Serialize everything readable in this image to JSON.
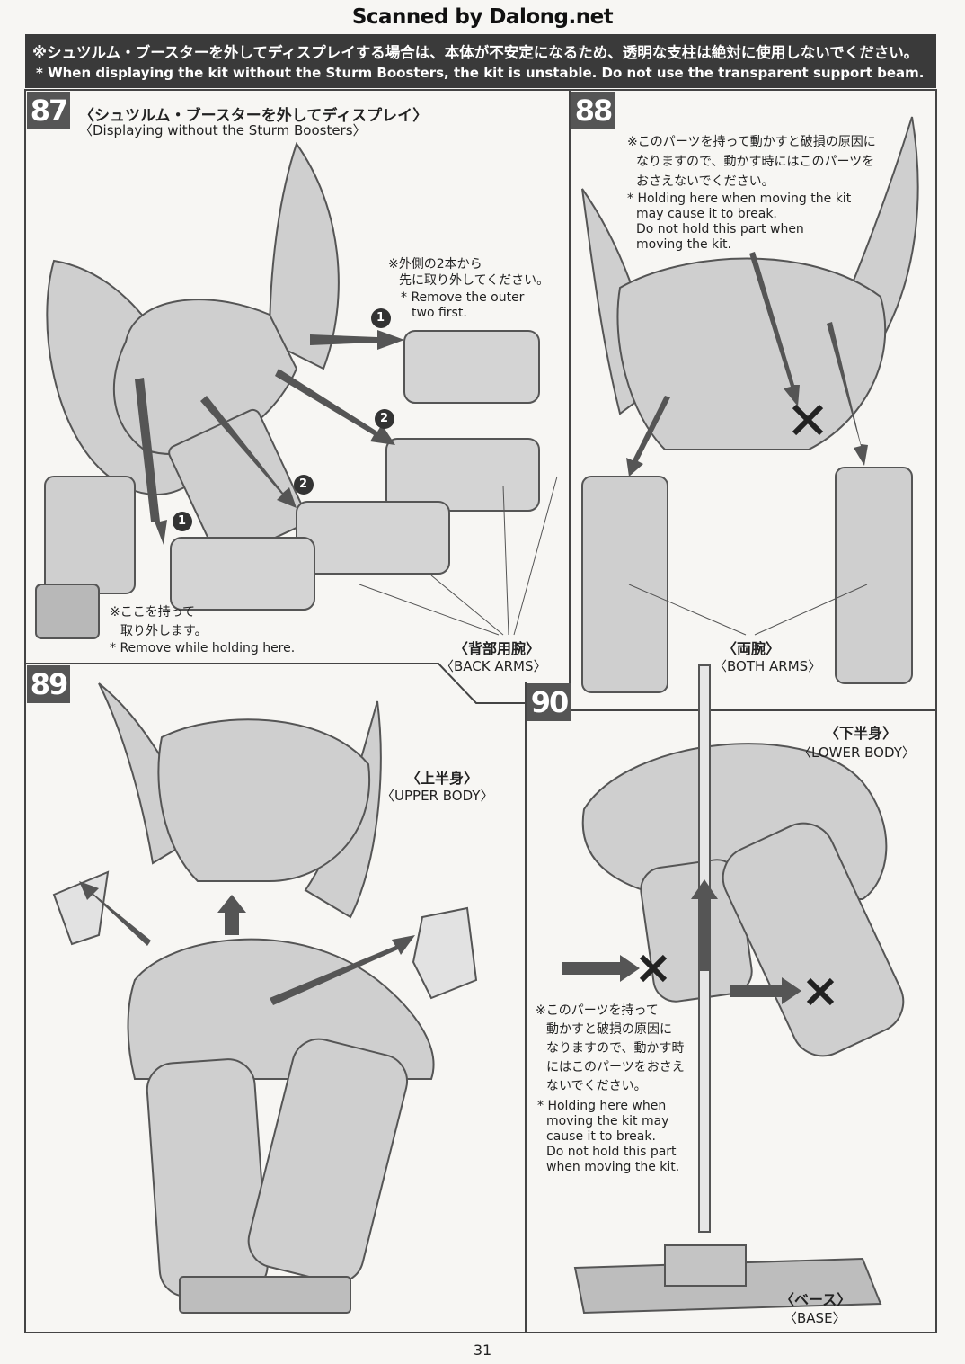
{
  "watermark": "Scanned by Dalong.net",
  "banner": {
    "jp": "※シュツルム・ブースターを外してディスプレイする場合は、本体が不安定になるため、透明な支柱は絶対に使用しないでください。",
    "en": "* When displaying the kit without the Sturm Boosters, the kit is unstable. Do not use the transparent support beam."
  },
  "steps": [
    {
      "number": "87",
      "title_jp": "〈シュツルム・ブースターを外してディスプレイ〉",
      "title_en": "〈Displaying without the Sturm Boosters〉",
      "note_outer_jp": [
        "※外側の2本から",
        "先に取り外してください。"
      ],
      "note_outer_en": [
        "* Remove the outer",
        "two first."
      ],
      "note_hold_jp": [
        "※ここを持って",
        "取り外します。"
      ],
      "note_hold_en": "* Remove while holding here.",
      "label_jp": "〈背部用腕〉",
      "label_en": "〈BACK ARMS〉",
      "markers": [
        "1",
        "2",
        "2",
        "1"
      ]
    },
    {
      "number": "88",
      "note_jp": [
        "※このパーツを持って動かすと破損の原因に",
        "なりますので、動かす時にはこのパーツを",
        "おさえないでください。"
      ],
      "note_en": [
        "* Holding here when moving the kit",
        "may cause it to break.",
        "Do not hold this part when",
        "moving the kit."
      ],
      "label_jp": "〈両腕〉",
      "label_en": "〈BOTH ARMS〉"
    },
    {
      "number": "89",
      "label_jp": "〈上半身〉",
      "label_en": "〈UPPER BODY〉"
    },
    {
      "number": "90",
      "label_top_jp": "〈下半身〉",
      "label_top_en": "〈LOWER BODY〉",
      "note_jp": [
        "※このパーツを持って",
        "動かすと破損の原因に",
        "なりますので、動かす時",
        "にはこのパーツをおさえ",
        "ないでください。"
      ],
      "note_en": [
        "* Holding here when",
        "moving the kit may",
        "cause it to break.",
        "Do not hold this part",
        "when moving the kit."
      ],
      "label_bottom_jp": "〈ベース〉",
      "label_bottom_en": "〈BASE〉"
    }
  ],
  "page_number": "31"
}
